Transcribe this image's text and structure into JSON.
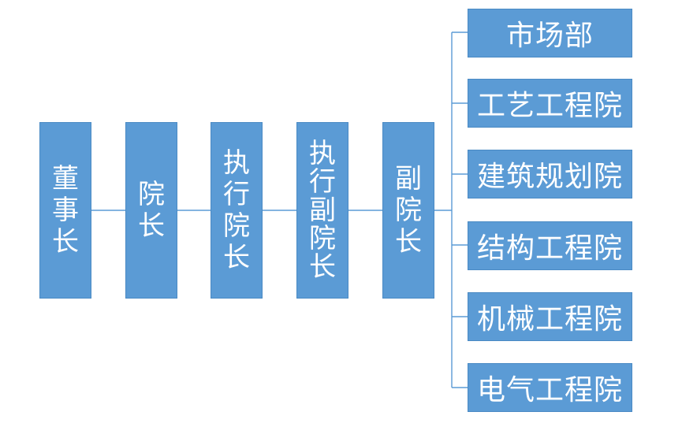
{
  "chain": [
    {
      "id": "chairman",
      "label": "董事长"
    },
    {
      "id": "president",
      "label": "院长"
    },
    {
      "id": "executive-president",
      "label": "执行院长"
    },
    {
      "id": "executive-vice-president",
      "label": "执行副院长"
    },
    {
      "id": "vice-president",
      "label": "副院长"
    }
  ],
  "departments": [
    {
      "id": "marketing",
      "label": "市场部"
    },
    {
      "id": "process-engineering",
      "label": "工艺工程院"
    },
    {
      "id": "architecture-planning",
      "label": "建筑规划院"
    },
    {
      "id": "structural-engineering",
      "label": "结构工程院"
    },
    {
      "id": "mechanical-engineering",
      "label": "机械工程院"
    },
    {
      "id": "electrical-engineering",
      "label": "电气工程院"
    }
  ],
  "colors": {
    "node_fill": "#5b9bd5",
    "node_text": "#ffffff",
    "connector": "#5b9bd5"
  }
}
